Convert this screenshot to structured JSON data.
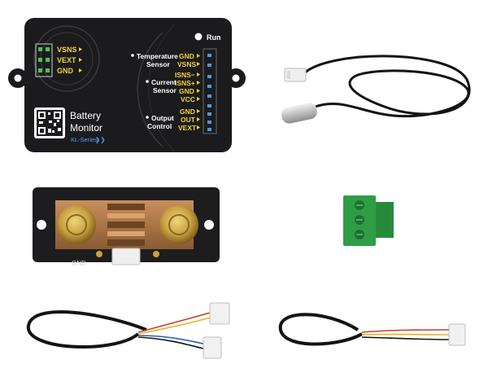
{
  "monitor": {
    "run_label": "Run",
    "left_pins": [
      "VSNS",
      "VEXT",
      "GND"
    ],
    "brand_line1": "Battery",
    "brand_line2": "Monitor",
    "series": "KL-Series",
    "groups": [
      {
        "title1": "Temperature",
        "title2": "Sensor",
        "pins": [
          "GND",
          "VSNS"
        ]
      },
      {
        "title1": "Current",
        "title2": "Sensor",
        "pins": [
          "ISNS−",
          "ISNS+",
          "GND",
          "VCC"
        ]
      },
      {
        "title1": "Output",
        "title2": "Control",
        "pins": [
          "GND",
          "OUT",
          "VEXT"
        ]
      }
    ]
  },
  "shunt": {
    "label": "GND"
  },
  "colors": {
    "panel": "#1b1b1d",
    "pin_text": "#f3d23a",
    "label_text": "#ffffff",
    "series_text": "#4aa3f0",
    "copper": "#b07a4a",
    "brass": "#c9a040",
    "terminal_green": "#2f9d45"
  }
}
